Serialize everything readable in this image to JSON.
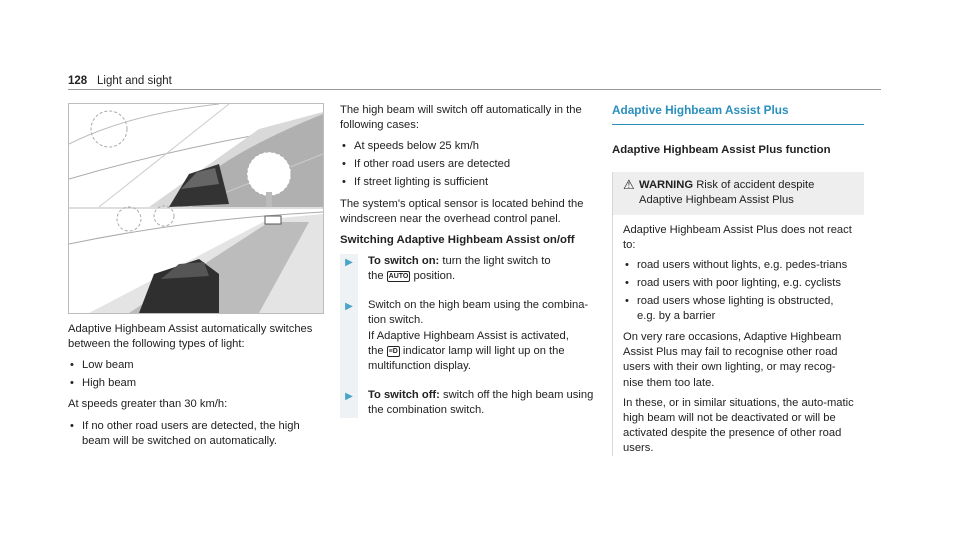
{
  "header": {
    "page_number": "128",
    "section": "Light and sight"
  },
  "figure": {
    "icons": [
      "headlight-beam-illustration",
      "car-icon"
    ]
  },
  "col1": {
    "intro": "Adaptive Highbeam Assist automatically switches between the following types of light:",
    "light_types": [
      "Low beam",
      "High beam"
    ],
    "speed_text": "At speeds greater than 30 km/h:",
    "speed_items": [
      "If no other road users are detected, the high beam will be switched on automatically."
    ]
  },
  "col2": {
    "intro": "The high beam will switch off automatically in the following cases:",
    "cases": [
      "At speeds below 25 km/h",
      "If other road users are detected",
      "If street lighting is sufficient"
    ],
    "sensor_text": "The system's optical sensor is located behind the windscreen near the overhead control panel.",
    "switch_heading": "Switching Adaptive Highbeam Assist on/off",
    "step1_label": "To switch on:",
    "step1_a": "turn the light switch to",
    "step1_b": "the",
    "auto_glyph": "AUTO",
    "step1_c": "position.",
    "step2_a": "Switch on the high beam using the combina-tion switch.",
    "step2_b1": "If Adaptive Highbeam Assist is activated,",
    "step2_b2": "the",
    "indicator_glyph": "≡D",
    "step2_b3": "indicator lamp will light up on the multifunction display.",
    "step3_label": "To switch off:",
    "step3_text": "switch off the high beam using the combination switch."
  },
  "col3": {
    "section_title": "Adaptive Highbeam Assist Plus",
    "function_title": "Adaptive Highbeam Assist Plus function",
    "warning_label": "WARNING",
    "warning_head": "Risk of accident despite Adaptive Highbeam Assist Plus",
    "body_intro": "Adaptive Highbeam Assist Plus does not react to:",
    "items": [
      "road users without lights, e.g. pedes-trians",
      "road users with poor lighting, e.g. cyclists",
      "road users whose lighting is obstructed, e.g. by a barrier"
    ],
    "para1": "On very rare occasions, Adaptive Highbeam Assist Plus may fail to recognise other road users with their own lighting, or may recog-nise them too late.",
    "para2": "In these, or in similar situations, the auto-matic high beam will not be deactivated or will be activated despite the presence of other road users."
  },
  "colors": {
    "accent": "#2a8fbd",
    "arrow": "#4aa3c8",
    "warning_bg": "#eeeeee"
  }
}
